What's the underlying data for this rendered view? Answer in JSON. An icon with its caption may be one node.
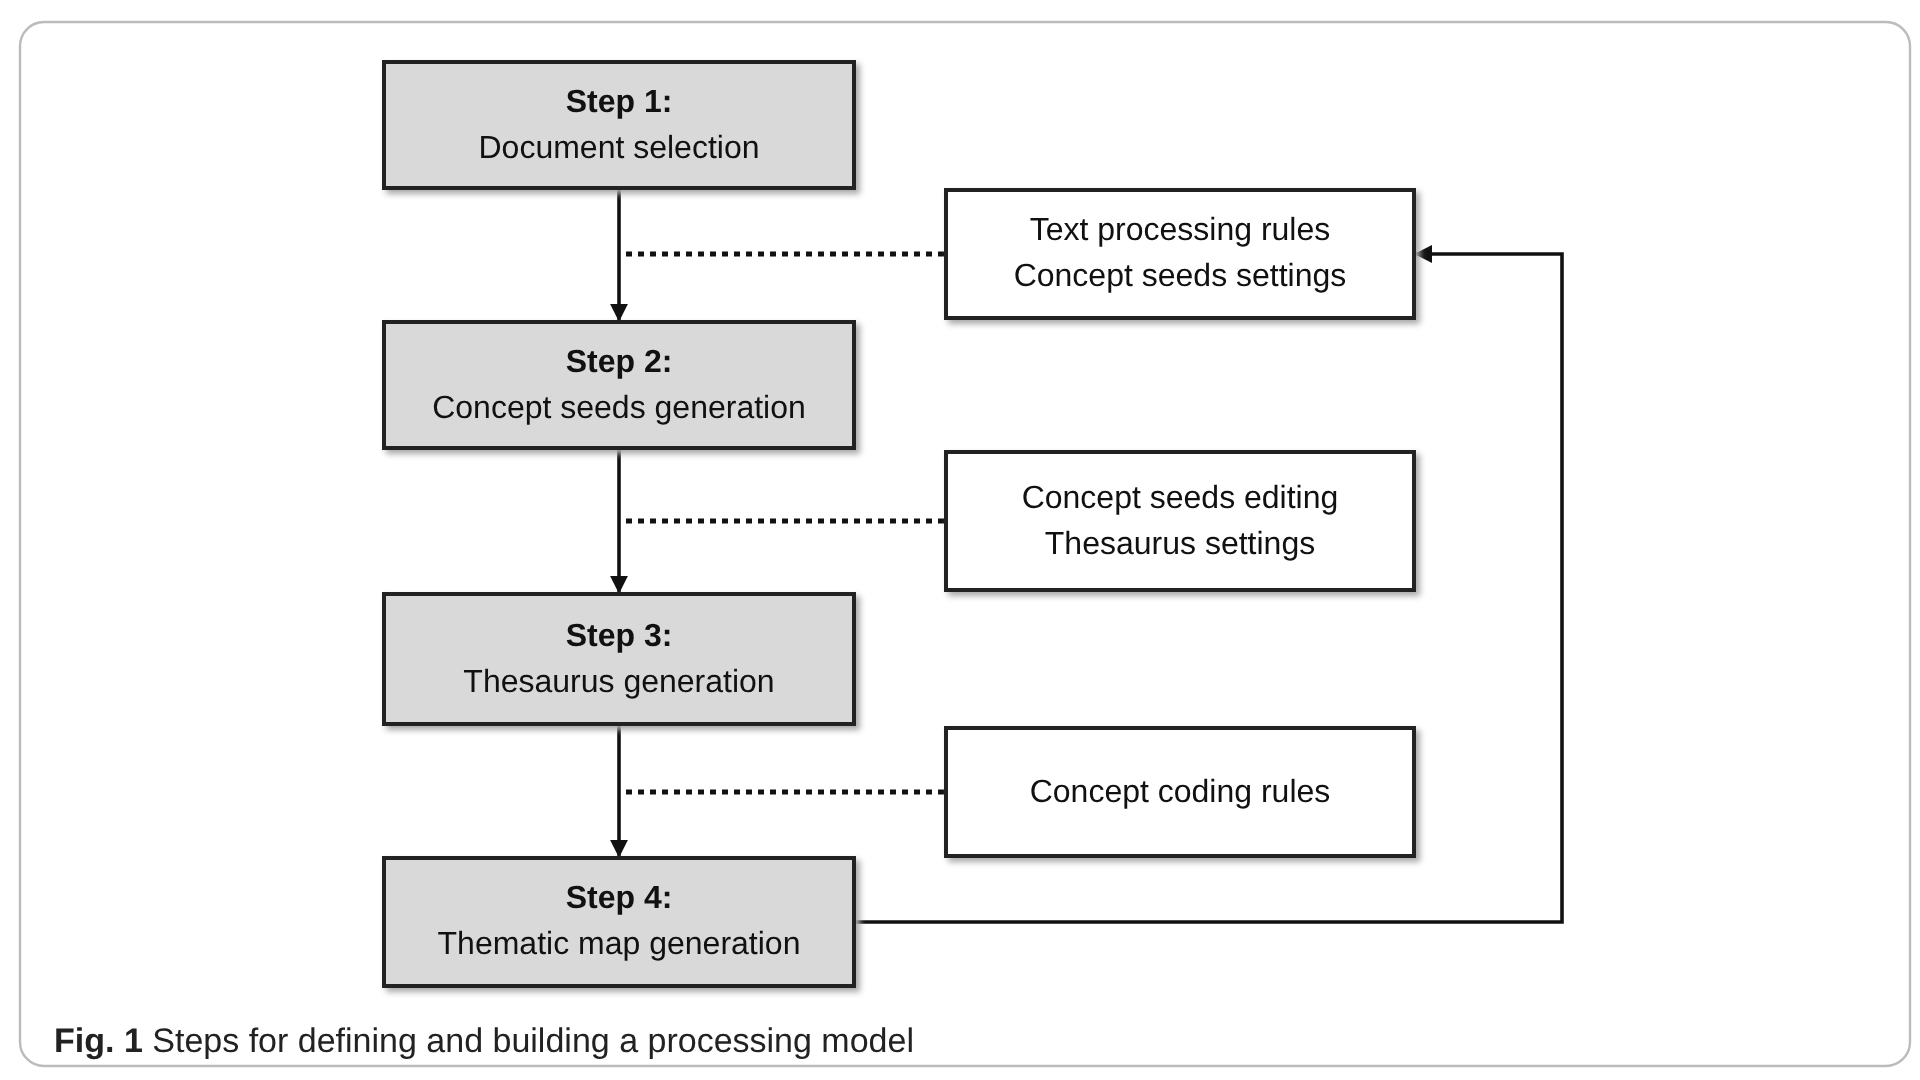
{
  "diagram": {
    "caption": "**Fig. 1** Steps for defining and building a processing model",
    "nodes": [
      {
        "text": [
          "Step 1:",
          "Document selection"
        ]
      },
      {
        "text": [
          "Text processing rules",
          "Concept seeds settings"
        ]
      },
      {
        "text": [
          "Step 2:",
          "Concept seeds generation"
        ]
      },
      {
        "text": [
          "Concept seeds editing",
          "Thesaurus settings"
        ]
      },
      {
        "text": [
          "Step 3:",
          "Thesaurus generation"
        ]
      },
      {
        "text": [
          "Concept coding rules"
        ]
      },
      {
        "text": [
          "Step 4:",
          "Thematic map generation"
        ]
      }
    ],
    "edges": [
      {
        "from": 0,
        "to": 2,
        "arrow": "to"
      },
      {
        "from": 2,
        "to": 4,
        "arrow": "to"
      },
      {
        "from": 4,
        "to": 6,
        "arrow": "to"
      },
      {
        "from": 1,
        "to": null,
        "arrow": "none",
        "style": "dashed"
      },
      {
        "from": 3,
        "to": null,
        "arrow": "none",
        "style": "dashed"
      },
      {
        "from": 5,
        "to": null,
        "arrow": "none",
        "style": "dashed"
      },
      {
        "from": 6,
        "to": 1,
        "arrow": "to"
      }
    ]
  }
}
